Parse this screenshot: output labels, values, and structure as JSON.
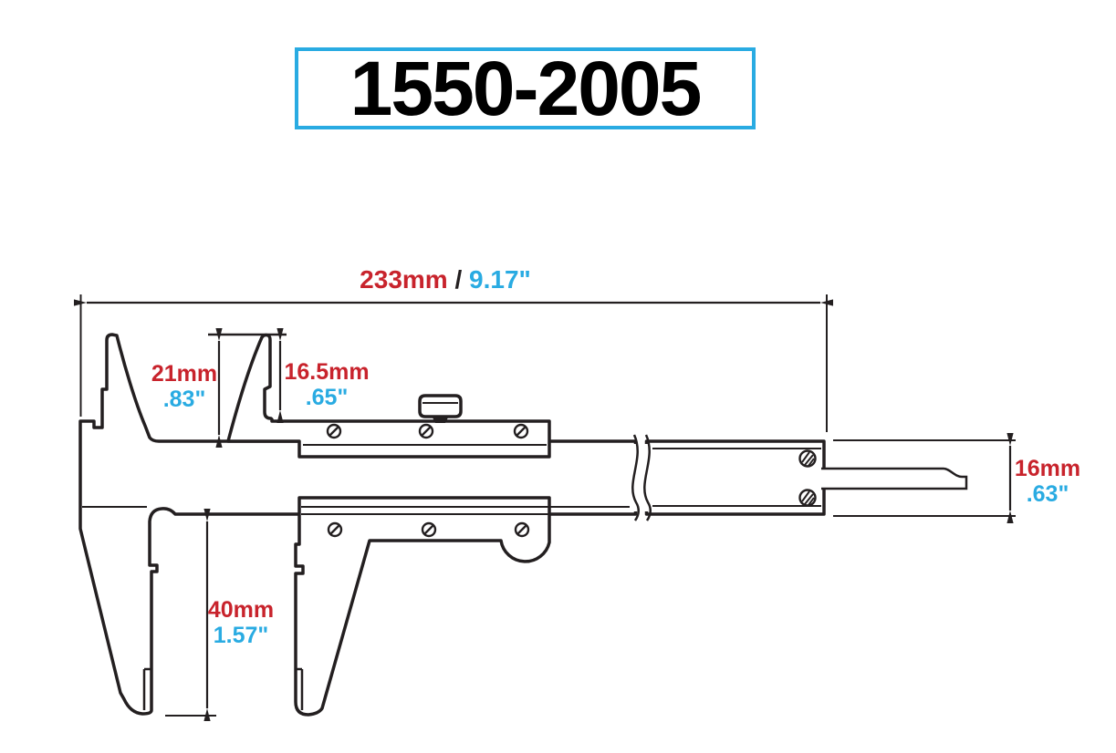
{
  "title_box": {
    "label": "1550-2005",
    "border_color": "#29ABE2"
  },
  "colors": {
    "metric_text": "#C8232C",
    "imperial_text": "#29ABE2",
    "separator_text": "#231F20",
    "line": "#231F20",
    "background": "#FFFFFF"
  },
  "labels": {
    "overall_length": {
      "metric": "233mm",
      "separator": " / ",
      "imperial": "9.17\""
    },
    "upper_jaw_left_depth": {
      "metric": "21mm",
      "imperial": ".83\""
    },
    "upper_jaw_right_depth": {
      "metric": "16.5mm",
      "imperial": ".65\""
    },
    "lower_jaw_depth": {
      "metric": "40mm",
      "imperial": "1.57\""
    },
    "beam_height": {
      "metric": "16mm",
      "imperial": ".63\""
    }
  },
  "diagram": {
    "subject": "vernier caliper technical line drawing"
  }
}
